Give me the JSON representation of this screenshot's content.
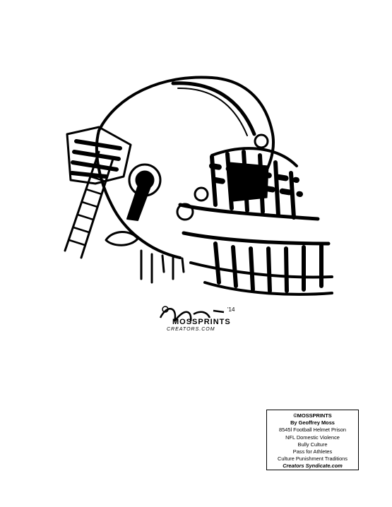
{
  "signature": {
    "artist_mark": "MOSSPRINTS",
    "year": "'14",
    "website": "CREATORS.COM"
  },
  "caption": {
    "copyright": "©MOSSPRINTS",
    "byline": "By Geoffrey Moss",
    "line_id_title": "8545l   Football Helmet Prison",
    "tag_1": "NFL Domestic Violence",
    "tag_2": "Bully Culture",
    "tag_3": "Pass for Athletes",
    "tag_4": "Culture Punishment Traditions",
    "syndicate": "Creators Syndicate.com"
  }
}
